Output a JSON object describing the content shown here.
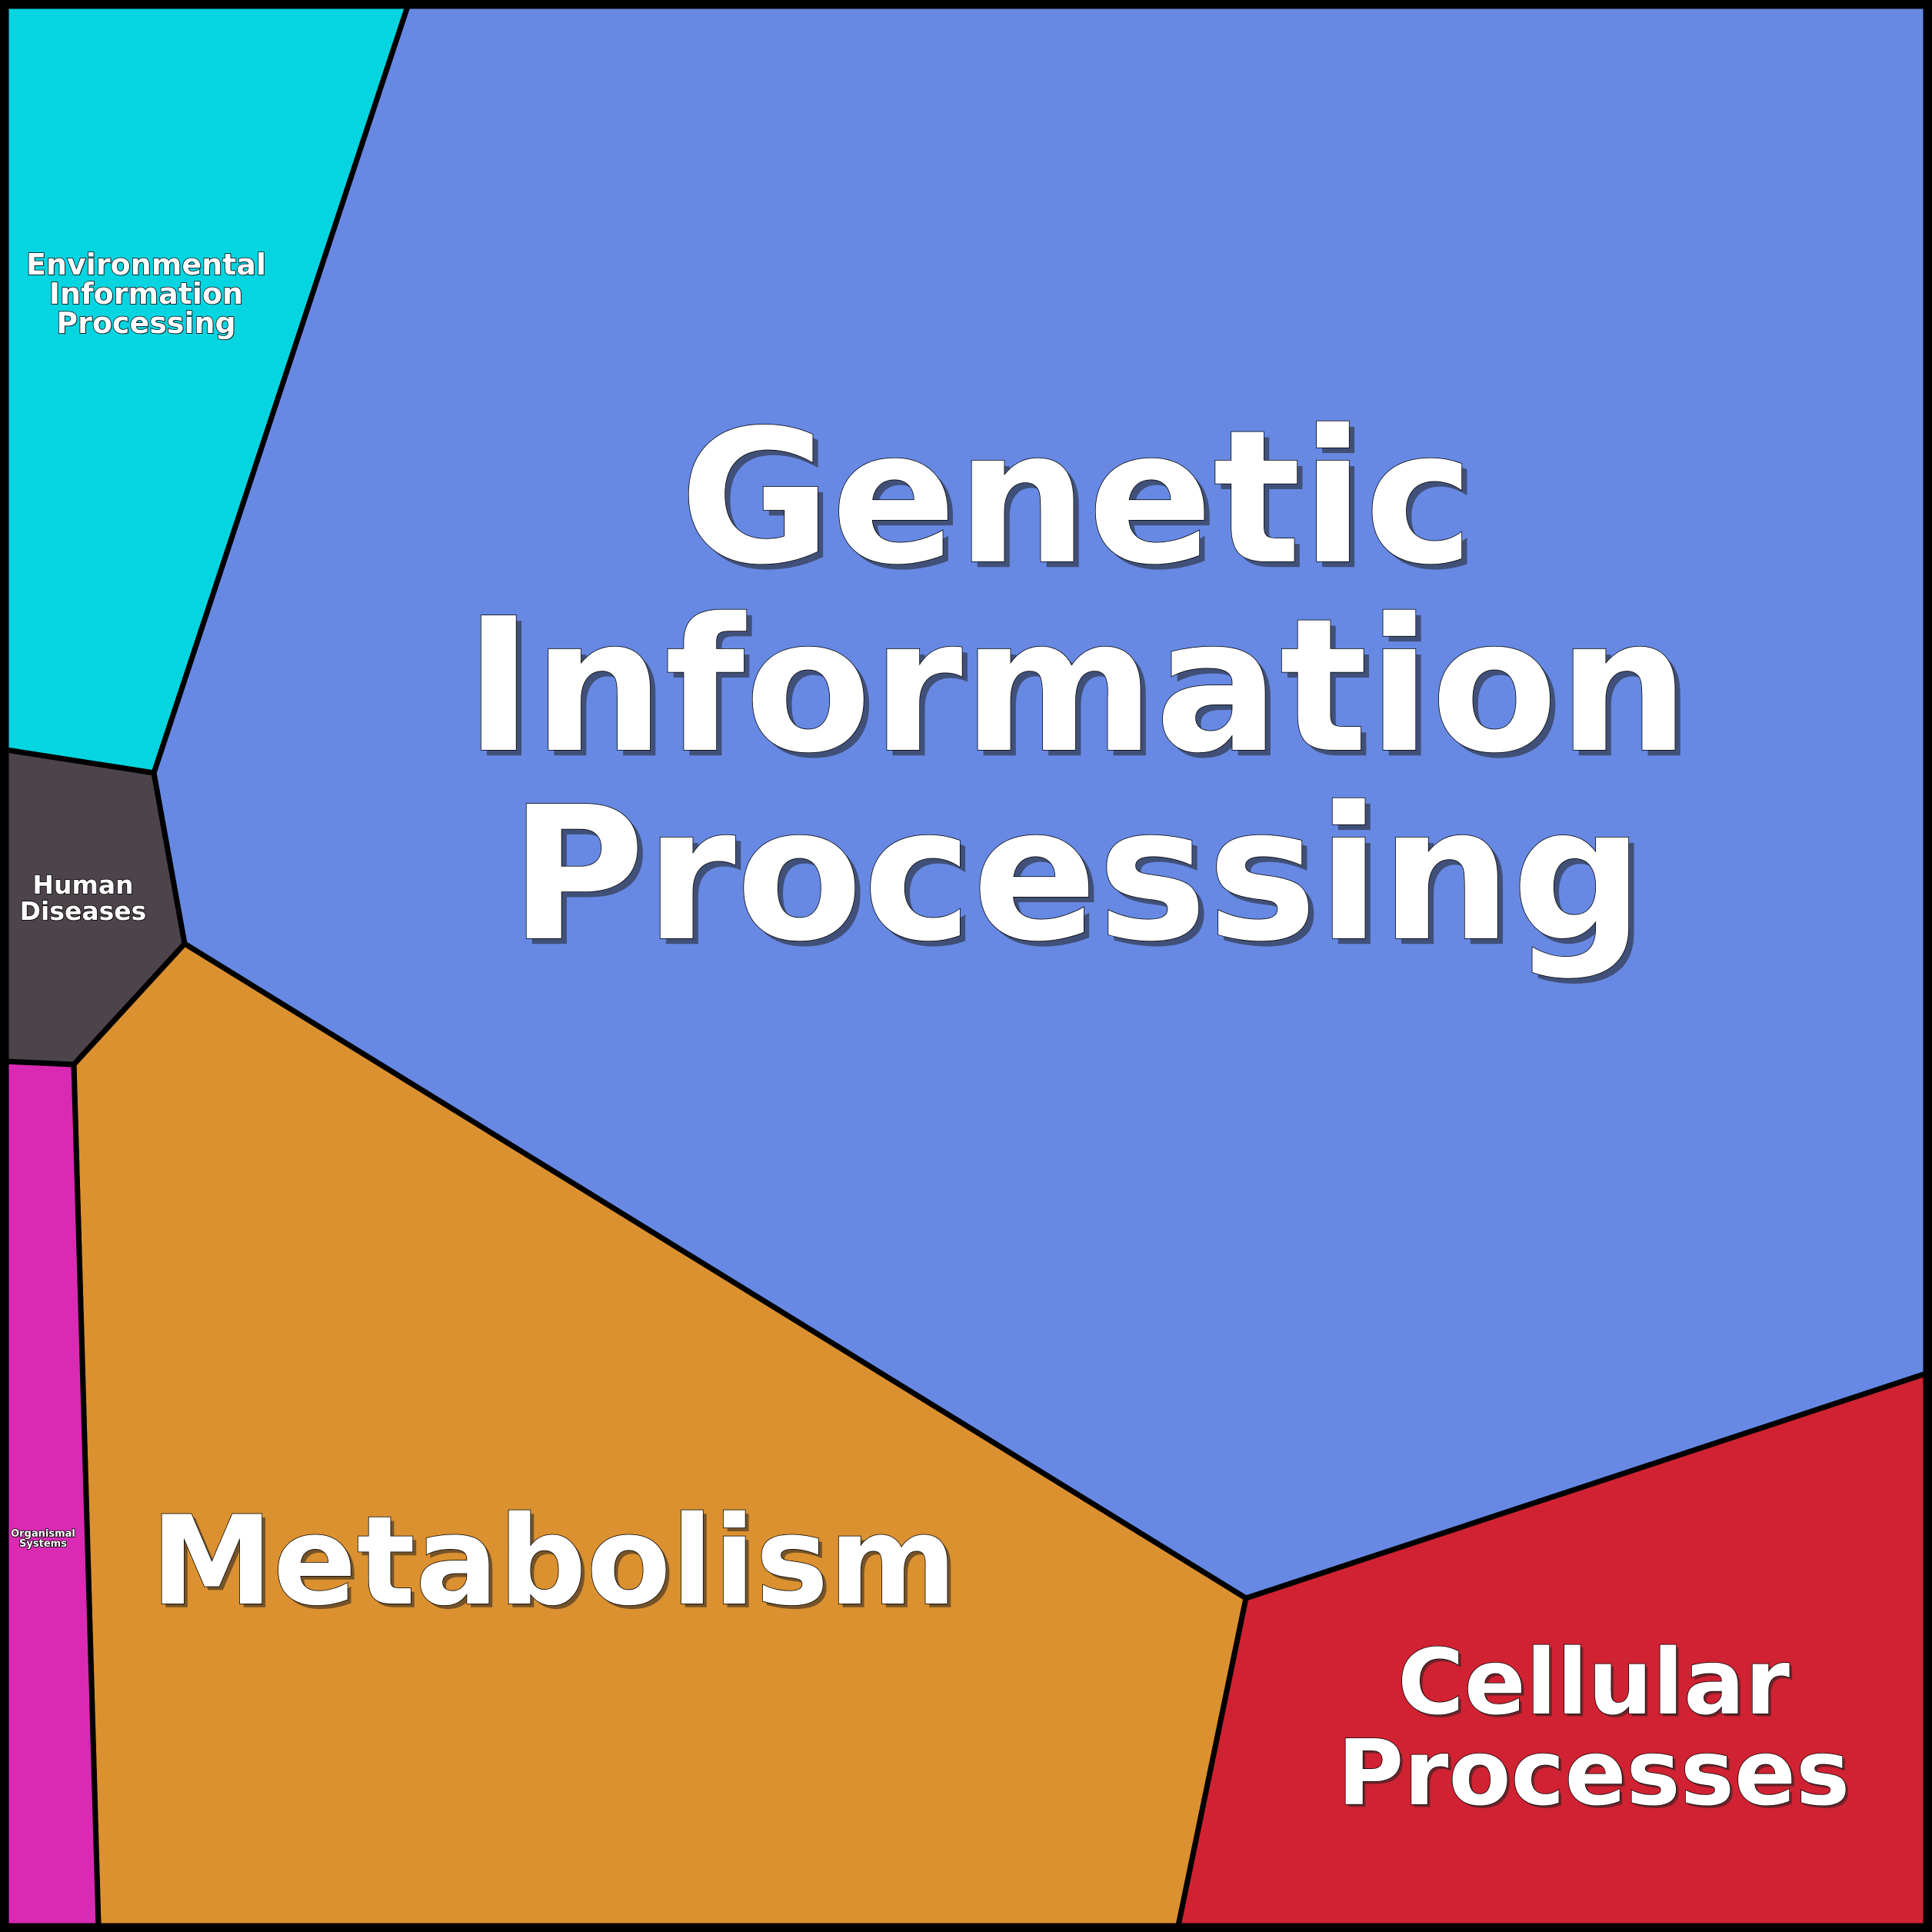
{
  "chart_data": {
    "type": "voronoi-treemap",
    "title": "",
    "cells": [
      {
        "name": "Genetic Information Processing",
        "lines": [
          "Genetic",
          "Information",
          "Processing"
        ],
        "color": "#6789E3",
        "relative_size": "largest"
      },
      {
        "name": "Metabolism",
        "lines": [
          "Metabolism"
        ],
        "color": "#DB9130",
        "relative_size": "large"
      },
      {
        "name": "Cellular Processes",
        "lines": [
          "Cellular",
          "Processes"
        ],
        "color": "#D02232",
        "relative_size": "medium"
      },
      {
        "name": "Environmental Information Processing",
        "lines": [
          "Environmental",
          "Information",
          "Processing"
        ],
        "color": "#05D5E0",
        "relative_size": "medium-small"
      },
      {
        "name": "Organismal Systems",
        "lines": [
          "Organismal",
          "Systems"
        ],
        "color": "#DA2AB3",
        "relative_size": "small"
      },
      {
        "name": "Human Diseases",
        "lines": [
          "Human",
          "Diseases"
        ],
        "color": "#4D434B",
        "relative_size": "small"
      }
    ],
    "border_color": "#000000",
    "label_color": "#FFFFFF"
  }
}
